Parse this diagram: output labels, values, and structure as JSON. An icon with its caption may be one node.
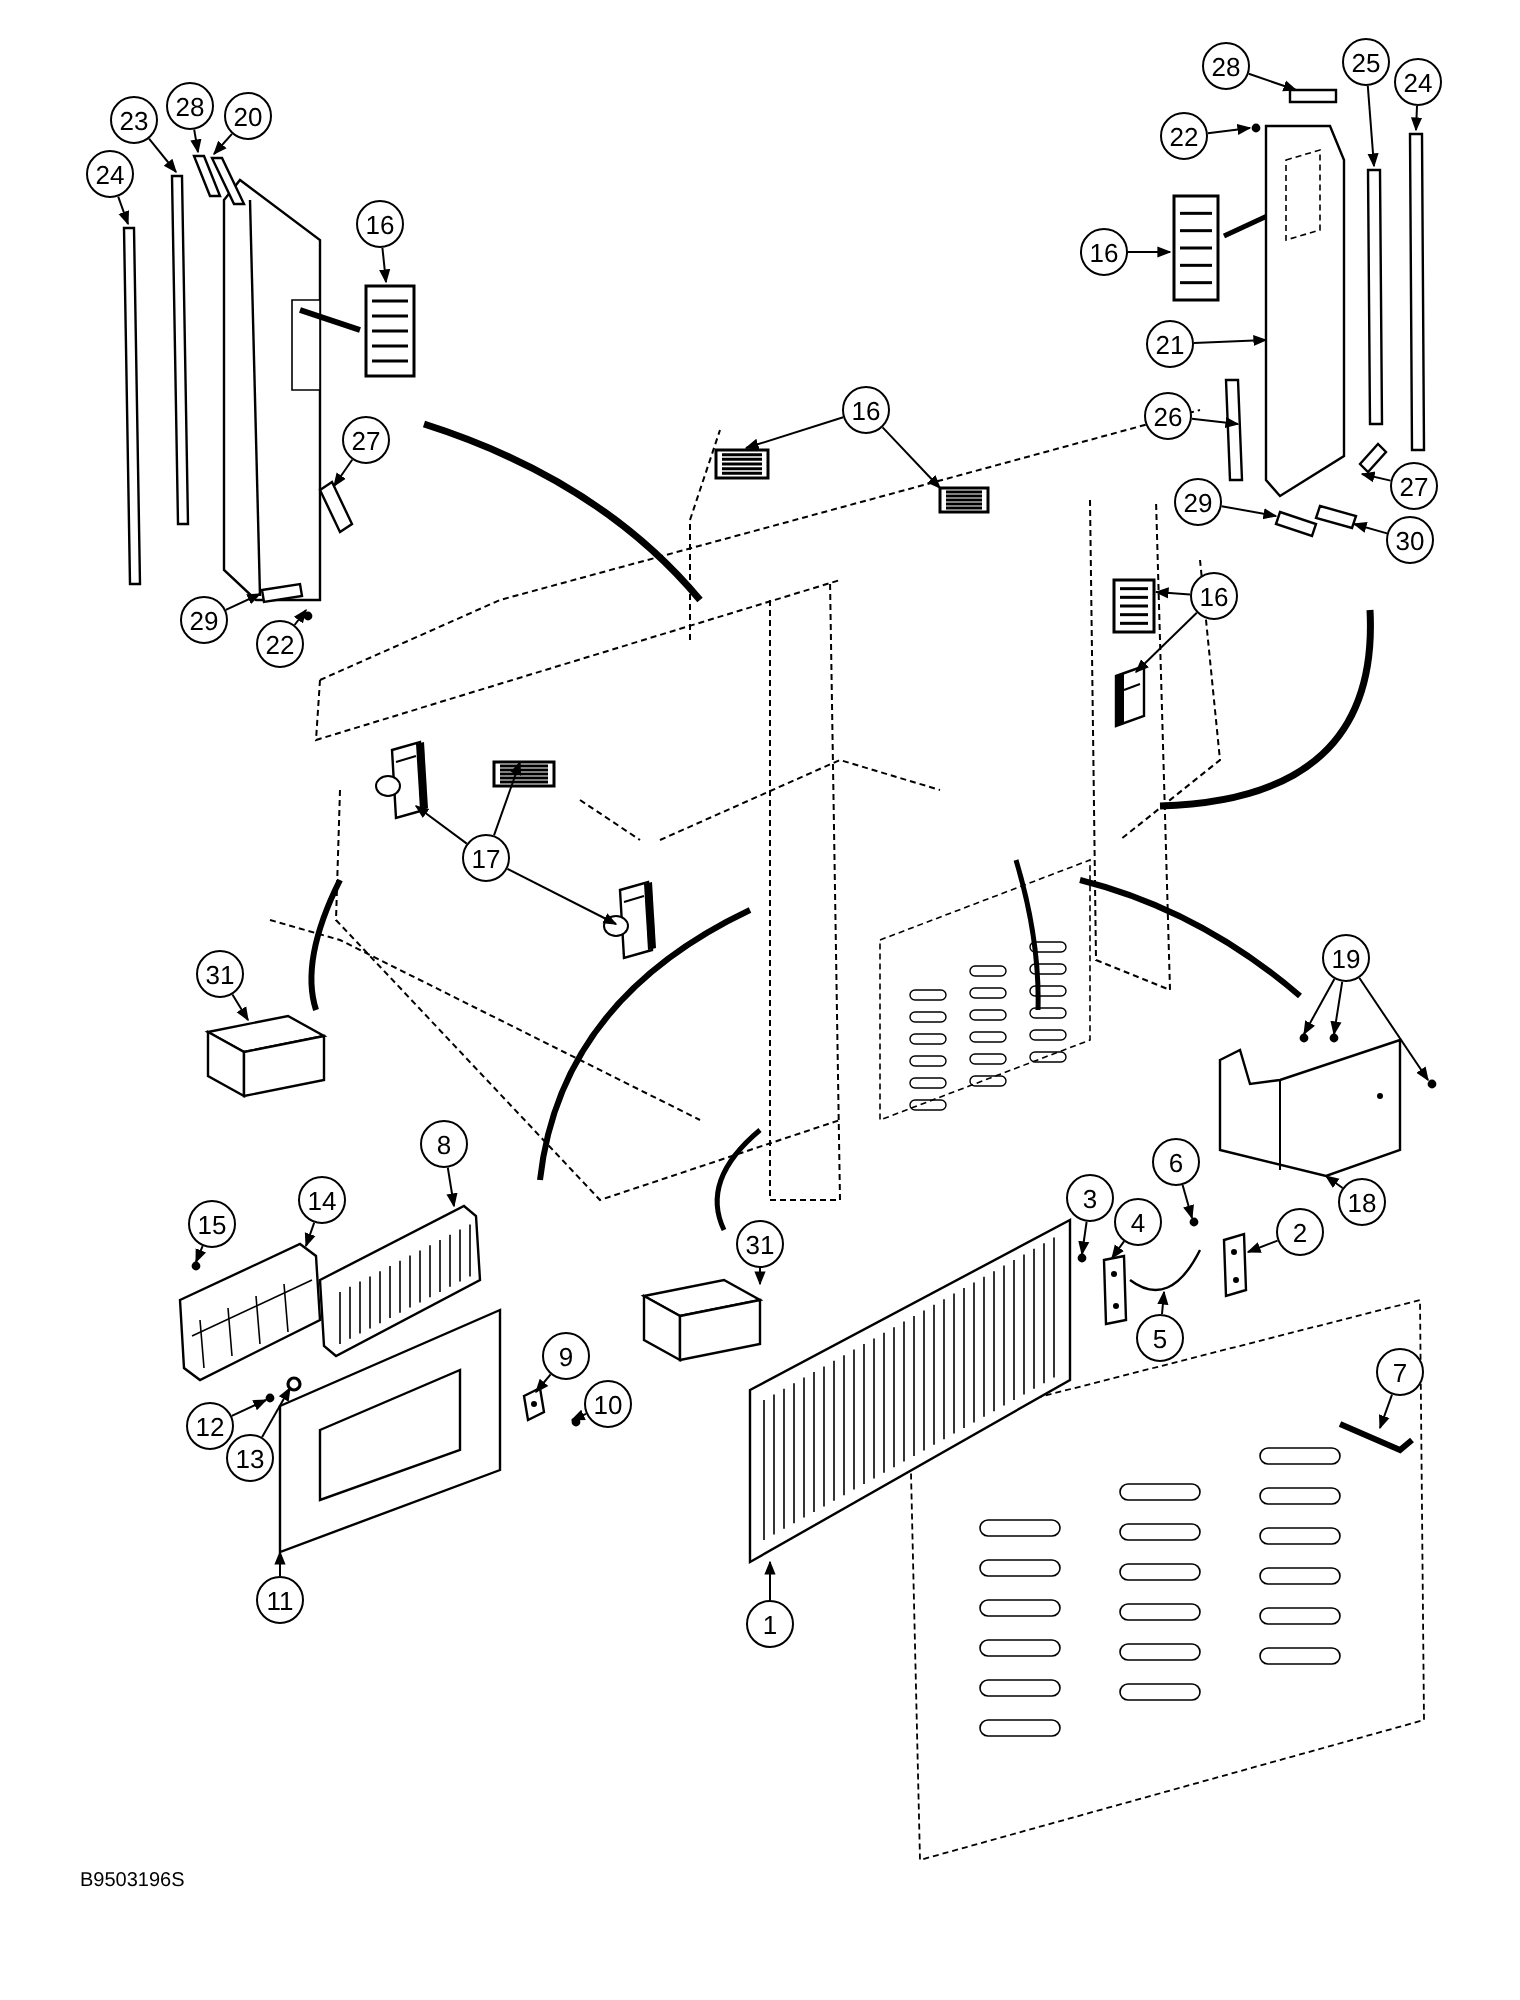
{
  "diagram": {
    "nodes": [
      {
        "text": [
          "24"
        ]
      },
      {
        "text": [
          "23"
        ]
      },
      {
        "text": [
          "28"
        ]
      },
      {
        "text": [
          "20"
        ]
      },
      {
        "text": [
          "16"
        ]
      },
      {
        "text": [
          "27"
        ]
      },
      {
        "text": [
          "29"
        ]
      },
      {
        "text": [
          "22"
        ]
      },
      {
        "text": [
          "28"
        ]
      },
      {
        "text": [
          "25"
        ]
      },
      {
        "text": [
          "24"
        ]
      },
      {
        "text": [
          "22"
        ]
      },
      {
        "text": [
          "16"
        ]
      },
      {
        "text": [
          "21"
        ]
      },
      {
        "text": [
          "26"
        ]
      },
      {
        "text": [
          "27"
        ]
      },
      {
        "text": [
          "29"
        ]
      },
      {
        "text": [
          "30"
        ]
      },
      {
        "text": [
          "16"
        ]
      },
      {
        "text": [
          "16"
        ]
      },
      {
        "text": [
          "17"
        ]
      },
      {
        "text": [
          "31"
        ]
      },
      {
        "text": [
          "19"
        ]
      },
      {
        "text": [
          "18"
        ]
      },
      {
        "text": [
          "31"
        ]
      },
      {
        "text": [
          "8"
        ]
      },
      {
        "text": [
          "14"
        ]
      },
      {
        "text": [
          "15"
        ]
      },
      {
        "text": [
          "6"
        ]
      },
      {
        "text": [
          "3"
        ]
      },
      {
        "text": [
          "4"
        ]
      },
      {
        "text": [
          "2"
        ]
      },
      {
        "text": [
          "9"
        ]
      },
      {
        "text": [
          "5"
        ]
      },
      {
        "text": [
          "7"
        ]
      },
      {
        "text": [
          "12"
        ]
      },
      {
        "text": [
          "13"
        ]
      },
      {
        "text": [
          "10"
        ]
      },
      {
        "text": [
          "11"
        ]
      },
      {
        "text": [
          "1"
        ]
      },
      {
        "text": [],
        "shape": "bar"
      },
      {
        "text": [],
        "shape": "bar"
      },
      {
        "text": [],
        "shape": "bar"
      },
      {
        "text": [],
        "shape": "bar"
      },
      {
        "text": [],
        "shape": "picture"
      },
      {
        "text": [],
        "shape": "bar"
      },
      {
        "text": [],
        "shape": "bar"
      },
      {
        "text": [],
        "shape": "circle"
      },
      {
        "text": [],
        "shape": "bar"
      },
      {
        "text": [],
        "shape": "bar"
      },
      {
        "text": [],
        "shape": "bar"
      },
      {
        "text": [],
        "shape": "circle"
      },
      {
        "text": [],
        "shape": "picture"
      },
      {
        "text": [],
        "shape": "picture"
      },
      {
        "text": [],
        "shape": "bar"
      },
      {
        "text": [],
        "shape": "bar"
      },
      {
        "text": [],
        "shape": "bar"
      },
      {
        "text": [],
        "shape": "bar"
      },
      {
        "text": [],
        "shape": "picture"
      },
      {
        "text": [],
        "shape": "picture"
      },
      {
        "text": [],
        "shape": "picture"
      },
      {
        "text": [],
        "shape": "picture"
      },
      {
        "text": [],
        "shape": "picture"
      },
      {
        "text": [],
        "shape": "picture"
      },
      {
        "text": [],
        "shape": "picture"
      },
      {
        "text": [],
        "shape": "box"
      },
      {
        "text": [],
        "shape": "circle"
      },
      {
        "text": [],
        "shape": "circle"
      },
      {
        "text": [],
        "shape": "circle"
      },
      {
        "text": [],
        "shape": "picture"
      },
      {
        "text": [],
        "shape": "box"
      },
      {
        "text": [],
        "shape": "picture"
      },
      {
        "text": [],
        "shape": "picture"
      },
      {
        "text": [],
        "shape": "circle"
      },
      {
        "text": [],
        "shape": "circle"
      },
      {
        "text": [],
        "shape": "circle"
      },
      {
        "text": [],
        "shape": "picture"
      },
      {
        "text": [],
        "shape": "picture"
      },
      {
        "text": [],
        "shape": "picture"
      },
      {
        "text": [],
        "shape": "picture"
      },
      {
        "text": [],
        "shape": "picture"
      },
      {
        "text": [],
        "shape": "circle"
      },
      {
        "text": [],
        "shape": "circle"
      },
      {
        "text": [],
        "shape": "circle"
      },
      {
        "text": [],
        "shape": "picture"
      },
      {
        "text": [],
        "shape": "picture"
      }
    ],
    "edges": [
      {
        "from": 0,
        "to": 40,
        "arrow": "to"
      },
      {
        "from": 1,
        "to": 41,
        "arrow": "to"
      },
      {
        "from": 2,
        "to": 42,
        "arrow": "to"
      },
      {
        "from": 3,
        "to": 43,
        "arrow": "to"
      },
      {
        "from": 4,
        "to": 44,
        "arrow": "to"
      },
      {
        "from": 5,
        "to": 45,
        "arrow": "to"
      },
      {
        "from": 6,
        "to": 46,
        "arrow": "to"
      },
      {
        "from": 7,
        "to": 47,
        "arrow": "to"
      },
      {
        "from": 8,
        "to": 48,
        "arrow": "to"
      },
      {
        "from": 9,
        "to": 49,
        "arrow": "to"
      },
      {
        "from": 10,
        "to": 50,
        "arrow": "to"
      },
      {
        "from": 11,
        "to": 51,
        "arrow": "to"
      },
      {
        "from": 12,
        "to": 52,
        "arrow": "to"
      },
      {
        "from": 13,
        "to": 53,
        "arrow": "to"
      },
      {
        "from": 14,
        "to": 54,
        "arrow": "to"
      },
      {
        "from": 15,
        "to": 55,
        "arrow": "to"
      },
      {
        "from": 16,
        "to": 56,
        "arrow": "to"
      },
      {
        "from": 17,
        "to": 57,
        "arrow": "to"
      },
      {
        "from": 18,
        "to": 58,
        "arrow": "to"
      },
      {
        "from": 18,
        "to": 59,
        "arrow": "to"
      },
      {
        "from": 19,
        "to": 60,
        "arrow": "to"
      },
      {
        "from": 19,
        "to": 61,
        "arrow": "to"
      },
      {
        "from": 20,
        "to": 62,
        "arrow": "to"
      },
      {
        "from": 20,
        "to": 63,
        "arrow": "to"
      },
      {
        "from": 20,
        "to": 64,
        "arrow": "to"
      },
      {
        "from": 21,
        "to": 65,
        "arrow": "to"
      },
      {
        "from": 22,
        "to": 66,
        "arrow": "to"
      },
      {
        "from": 22,
        "to": 67,
        "arrow": "to"
      },
      {
        "from": 22,
        "to": 68,
        "arrow": "to"
      },
      {
        "from": 23,
        "to": 69,
        "arrow": "to"
      },
      {
        "from": 24,
        "to": 70,
        "arrow": "to"
      },
      {
        "from": 25,
        "to": 71,
        "arrow": "to"
      },
      {
        "from": 26,
        "to": 72,
        "arrow": "to"
      },
      {
        "from": 27,
        "to": 73,
        "arrow": "to"
      },
      {
        "from": 28,
        "to": 74,
        "arrow": "to"
      },
      {
        "from": 29,
        "to": 75,
        "arrow": "to"
      },
      {
        "from": 30,
        "to": 76,
        "arrow": "to"
      },
      {
        "from": 31,
        "to": 77,
        "arrow": "to"
      },
      {
        "from": 32,
        "to": 78,
        "arrow": "to"
      },
      {
        "from": 33,
        "to": 79,
        "arrow": "to"
      },
      {
        "from": 34,
        "to": 80,
        "arrow": "to"
      },
      {
        "from": 35,
        "to": 81,
        "arrow": "to"
      },
      {
        "from": 36,
        "to": 82,
        "arrow": "to"
      },
      {
        "from": 37,
        "to": 83,
        "arrow": "to"
      },
      {
        "from": 38,
        "to": 84,
        "arrow": "to"
      },
      {
        "from": 39,
        "to": 85,
        "arrow": "to"
      }
    ],
    "labels": [
      "B9503196S"
    ]
  }
}
